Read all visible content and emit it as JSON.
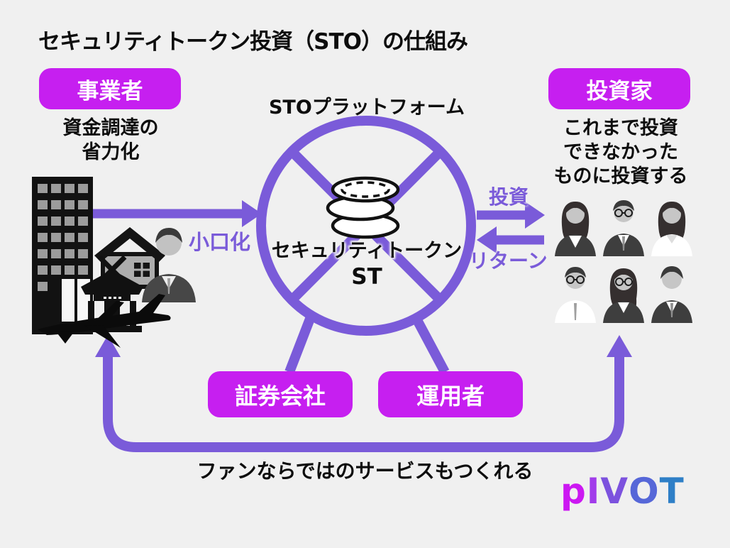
{
  "title": "セキュリティトークン投資（STO）の仕組み",
  "left": {
    "badge": "事業者",
    "caption": [
      "資金調達の",
      "省力化"
    ],
    "arrow_label": "小口化",
    "icons": [
      "building-icon",
      "house-icon",
      "shrine-icon",
      "businessman-icon",
      "airplane-icon"
    ]
  },
  "center": {
    "platform_label": "STOプラットフォーム",
    "token": [
      "セキュリティトークン",
      "ST"
    ],
    "icon": "coins-icon"
  },
  "right": {
    "badge": "投資家",
    "caption": [
      "これまで投資",
      "できなかった",
      "ものに投資する"
    ],
    "invest_label": "投資",
    "return_label": "リターン",
    "investor_icons": [
      "woman-long-hair",
      "man-glasses-suit",
      "woman-white-blouse",
      "man-glasses-shirt",
      "woman-glasses-suit",
      "man-suit"
    ]
  },
  "bottom": {
    "badge_securities": "証券会社",
    "badge_operator": "運用者",
    "loop_caption": "ファンならではのサービスもつくれる"
  },
  "logo_text": "PIVOT",
  "logo_letters": [
    "p",
    "I",
    "V",
    "O",
    "T"
  ],
  "colors": {
    "background": "#F0F0F0",
    "badge_magenta": "#C61FF0",
    "arrow_purple": "#7A5BD9",
    "text_black": "#0D0D0D",
    "logo_gradient": [
      "#CC18F2",
      "#A13CEA",
      "#7C52DE",
      "#5667D8",
      "#2E7FC7"
    ]
  }
}
